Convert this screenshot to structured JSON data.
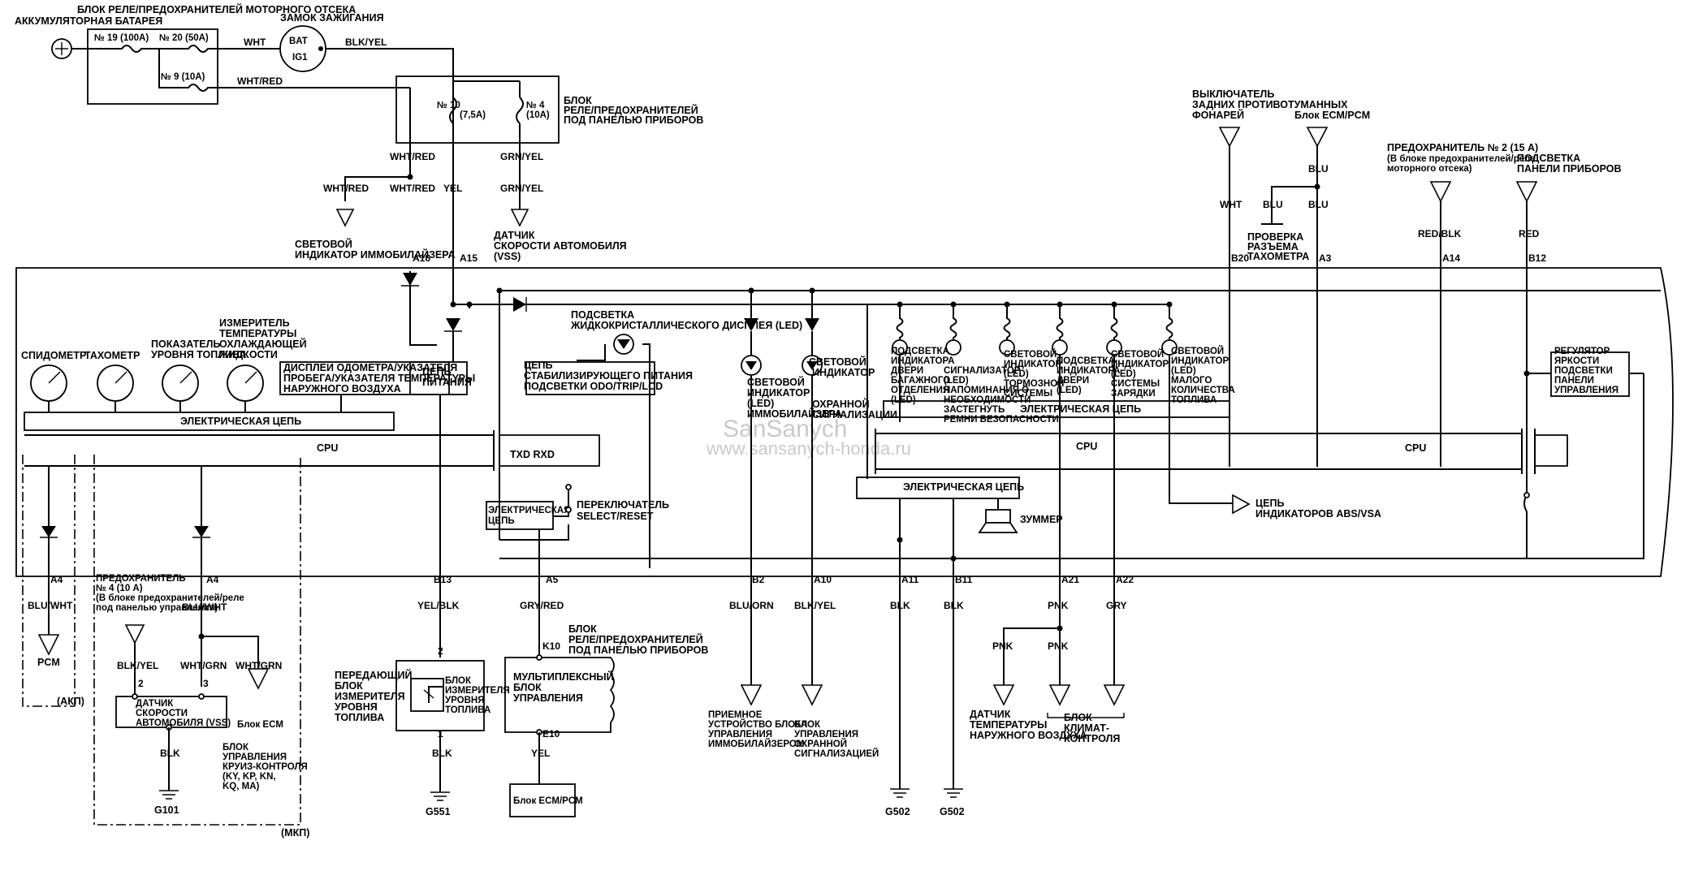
{
  "relay_box_engine": "БЛОК РЕЛЕ/ПРЕДОХРАНИТЕЛЕЙ МОТОРНОГО ОТСЕКА",
  "battery": "АККУМУЛЯТОРНАЯ БАТАРЕЯ",
  "ignition_switch": "ЗАМОК ЗАЖИГАНИЯ",
  "fuse19": "№ 19 (100A)",
  "fuse20": "№ 20 (50A)",
  "fuse9": "№ 9 (10A)",
  "ign_bat": "BAT",
  "ign_ig1": "IG1",
  "wire_wht": "WHT",
  "wire_blkyel": "BLK/YEL",
  "wire_whtred": "WHT/RED",
  "fuse10": "№ 10",
  "fuse10b": "(7,5A)",
  "fuse4": "№ 4",
  "fuse4b": "(10A)",
  "dash_box": [
    "БЛОК",
    "РЕЛЕ/ПРЕДОХРАНИТЕЛЕЙ",
    "ПОД ПАНЕЛЬЮ ПРИБОРОВ"
  ],
  "wire_yel": "YEL",
  "wire_grnyel": "GRN/YEL",
  "immob_indicator": [
    "СВЕТОВОЙ",
    "ИНДИКАТОР ИММОБИЛАЙЗЕРА"
  ],
  "vss_sensor": [
    "ДАТЧИК",
    "СКОРОСТИ АВТОМОБИЛЯ",
    "(VSS)"
  ],
  "pin_a16": "A16",
  "pin_a15": "A15",
  "rear_fog": [
    "ВЫКЛЮЧАТЕЛЬ",
    "ЗАДНИХ ПРОТИВОТУМАННЫХ",
    "ФОНАРЕЙ"
  ],
  "ecm_pcm_top": "Блок ECM/PCM",
  "wire_blu": "BLU",
  "tach_check": [
    "ПРОВЕРКА",
    "РАЗЪЕМА",
    "ТАХОМЕТРА"
  ],
  "pin_b20": "B20",
  "pin_a3": "A3",
  "fuse2": [
    "ПРЕДОХРАНИТЕЛЬ № 2 (15 А)",
    "(В блоке предохранителей/реле",
    "моторного отсека)"
  ],
  "panel_light": [
    "ПОДСВЕТКА",
    "ПАНЕЛИ ПРИБОРОВ"
  ],
  "wire_redblk": "RED/BLK",
  "wire_red": "RED",
  "pin_a14": "A14",
  "pin_b12": "B12",
  "gauges": {
    "speedometer": "СПИДОМЕТР",
    "tachometer": "ТАХОМЕТР",
    "fuel": [
      "ПОКАЗАТЕЛЬ",
      "УРОВНЯ ТОПЛИВА"
    ],
    "temp": [
      "ИЗМЕРИТЕЛЬ",
      "ТЕМПЕРАТУРЫ",
      "ОХЛАЖДАЮЩЕЙ",
      "ЖИДКОСТИ"
    ]
  },
  "odo_display": [
    "ДИСПЛЕИ ОДОМЕТРА/УКАЗАТЕЛЯ",
    "ПРОБЕГА/УКАЗАТЕЛЯ ТЕМПЕРАТУРЫ",
    "НАРУЖНОГО ВОЗДУХА"
  ],
  "power_circuit": [
    "ЦЕПЬ",
    "ПИТАНИЯ"
  ],
  "lcd_light": [
    "ПОДСВЕТКА",
    "ЖИДКОКРИСТАЛЛИЧЕСКОГО ДИСПЛЕЯ (LED)"
  ],
  "stab_circuit": [
    "ЦЕПЬ",
    "СТАБИЛИЗИРУЮЩЕГО ПИТАНИЯ",
    "ПОДСВЕТКИ ODO/TRIP/LCD"
  ],
  "immob_led": [
    "СВЕТОВОЙ",
    "ИНДИКАТОР",
    "(LED)",
    "ИММОБИЛАЙЗЕРА"
  ],
  "alarm_led": [
    "СВЕТОВОЙ",
    "ИНДИКАТОР",
    "ОХРАННОЙ",
    "СИГНАЛИЗАЦИИ"
  ],
  "trunk_led": [
    "ПОДСВЕТКА",
    "ИНДИКАТОРА",
    "ДВЕРИ",
    "БАГАЖНОГО",
    "ОТДЕЛЕНИЯ",
    "(LED)"
  ],
  "belt_led": [
    "СИГНАЛИЗАТОР",
    "(LED)",
    "НАПОМИНАНИЯ О",
    "НЕОБХОДИМОСТИ",
    "ЗАСТЕГНУТЬ",
    "РЕМНИ БЕЗОПАСНОСТИ"
  ],
  "brake_led": [
    "СВЕТОВОЙ",
    "ИНДИКАТОР",
    "(LED)",
    "ТОРМОЗНОЙ",
    "СИСТЕМЫ"
  ],
  "door_led": [
    "ПОДСВЕТКА",
    "ИНДИКАТОРА",
    "ДВЕРИ",
    "(LED)"
  ],
  "charge_led": [
    "СВЕТОВОЙ",
    "ИНДИКАТОР",
    "(LED)",
    "СИСТЕМЫ",
    "ЗАРЯДКИ"
  ],
  "fuel_led": [
    "СВЕТОВОЙ",
    "ИНДИКАТОР",
    "(LED)",
    "МАЛОГО",
    "КОЛИЧЕСТВА",
    "ТОПЛИВА"
  ],
  "dimmer": [
    "РЕГУЛЯТОР",
    "ЯРКОСТИ",
    "ПОДСВЕТКИ",
    "ПАНЕЛИ",
    "УПРАВЛЕНИЯ"
  ],
  "electric_circuit": "ЭЛЕКТРИЧЕСКАЯ ЦЕПЬ",
  "electric_circuit_short": [
    "ЭЛЕКТРИЧЕСКАЯ",
    "ЦЕПЬ"
  ],
  "cpu": "CPU",
  "txd_rxd": "TXD RXD",
  "select_reset": [
    "ПЕРЕКЛЮЧАТЕЛЬ",
    "SELECT/RESET"
  ],
  "buzzer": "ЗУММЕР",
  "abs_vsa": [
    "ЦЕПЬ",
    "ИНДИКАТОРОВ ABS/VSA"
  ],
  "watermark": "SanSanych",
  "watermark_url": "www.sansanych-honda.ru",
  "pins_bottom": {
    "a4": "A4",
    "b13": "B13",
    "a5": "A5",
    "b2": "B2",
    "a10": "A10",
    "a11": "A11",
    "b11": "B11",
    "a21": "A21",
    "a22": "A22"
  },
  "wires_bottom": {
    "bluwht": "BLU/WHT",
    "yelblk": "YEL/BLK",
    "grnred": "GRY/RED",
    "bluorn": "BLU/ORN",
    "blkyel": "BLK/YEL",
    "blk": "BLK",
    "pnk": "PNK",
    "gry": "GRY",
    "whtgrn": "WHT/GRN",
    "yel": "YEL"
  },
  "pcm": "PCM",
  "akp": "(АКП)",
  "mkp": "(МКП)",
  "fuse4_dash": [
    "ПРЕДОХРАНИТЕЛЬ",
    "№ 4 (10 А)",
    "(В блоке предохранителей/реле",
    "под панелью управления)"
  ],
  "vss_bottom": [
    "ДАТЧИК",
    "СКОРОСТИ",
    "АВТОМОБИЛЯ (VSS)"
  ],
  "ecm_block": "Блок ECM",
  "cruise": [
    "БЛОК",
    "УПРАВЛЕНИЯ",
    "КРУИЗ-КОНТРОЛЯ",
    "(KY, KP, KN,",
    "KQ, MA)"
  ],
  "g101": "G101",
  "fuel_sender": [
    "ПЕРЕДАЮЩИЙ",
    "БЛОК",
    "ИЗМЕРИТЕЛЯ",
    "УРОВНЯ",
    "ТОПЛИВА"
  ],
  "fuel_sender_inner": [
    "БЛОК",
    "ИЗМЕРИТЕЛЯ",
    "УРОВНЯ",
    "ТОПЛИВА"
  ],
  "g551": "G551",
  "dash_box_bottom": [
    "БЛОК",
    "РЕЛЕ/ПРЕДОХРАНИТЕЛЕЙ",
    "ПОД ПАНЕЛЬЮ ПРИБОРОВ"
  ],
  "pin_k10": "K10",
  "pin_e10": "E10",
  "mux": [
    "МУЛЬТИПЛЕКСНЫЙ",
    "БЛОК",
    "УПРАВЛЕНИЯ"
  ],
  "ecm_pcm_bottom": "Блок ECM/PCM",
  "immob_receiver": [
    "ПРИЕМНОЕ",
    "УСТРОЙСТВО БЛОКА",
    "УПРАВЛЕНИЯ",
    "ИММОБИЛАЙЗЕРОМ"
  ],
  "alarm_unit": [
    "БЛОК",
    "УПРАВЛЕНИЯ",
    "ОХРАННОЙ",
    "СИГНАЛИЗАЦИЕЙ"
  ],
  "g502": "G502",
  "ambient_sensor": [
    "ДАТЧИК",
    "ТЕМПЕРАТУРЫ",
    "НАРУЖНОГО ВОЗДУХА"
  ],
  "climate": [
    "БЛОК",
    "КЛИМАТ-",
    "КОНТРОЛЯ"
  ],
  "pin_2": "2",
  "pin_3": "3",
  "pin_1": "1"
}
